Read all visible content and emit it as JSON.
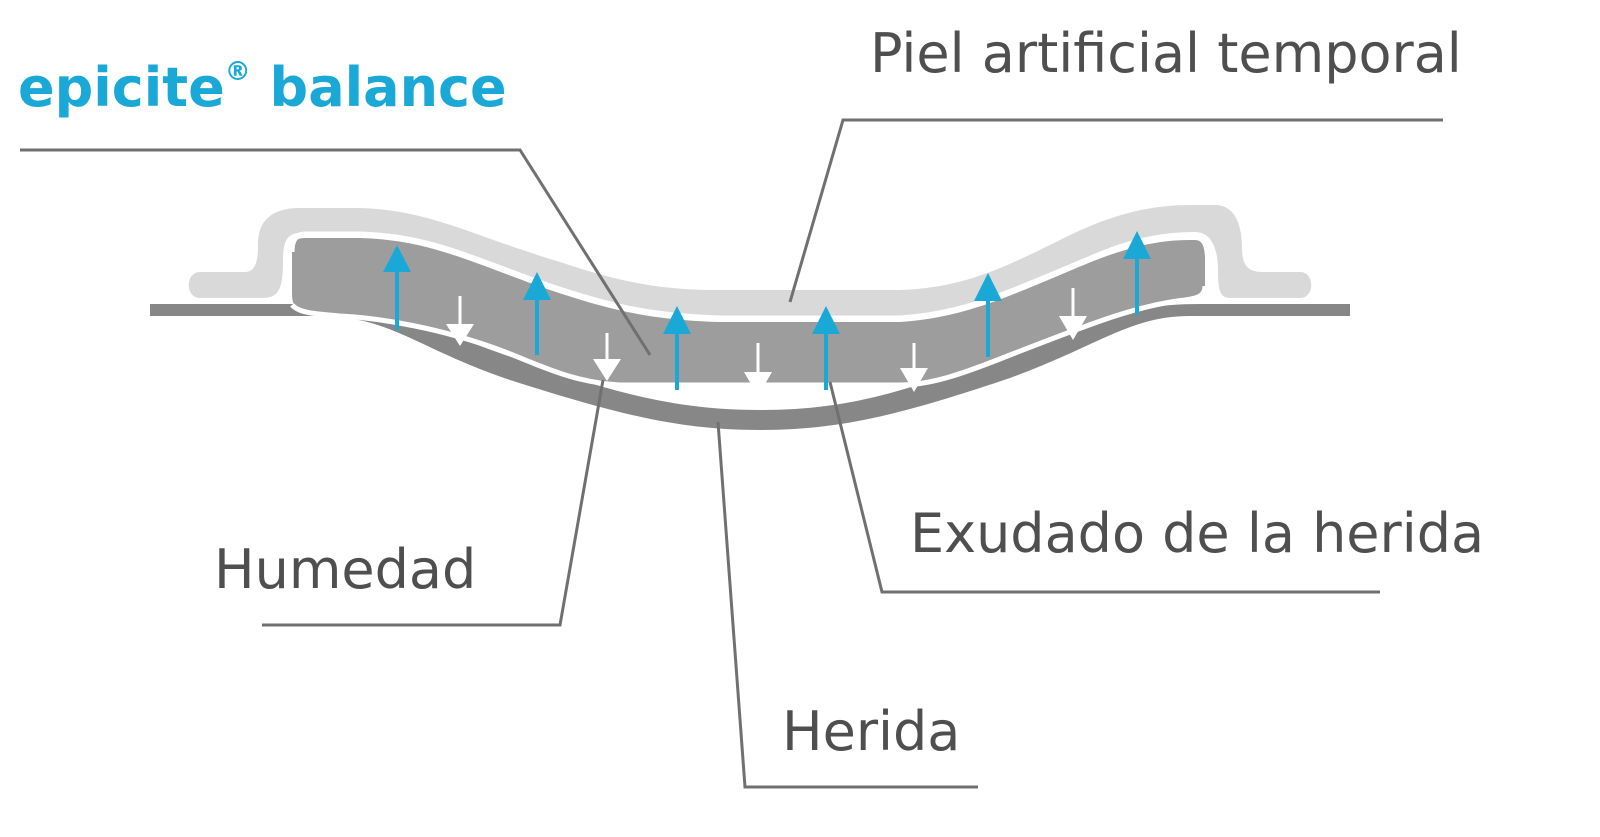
{
  "title": {
    "brand": "epicite",
    "registered": "®",
    "product": " balance"
  },
  "labels": {
    "skin": "Piel artificial temporal",
    "exudate": "Exudado de la herida",
    "moisture": "Humedad",
    "wound": "Herida"
  },
  "colors": {
    "brand_blue": "#1aa9d6",
    "skin_light": "#d9d9d9",
    "dressing": "#9d9d9d",
    "wound": "#878787",
    "text": "#4f4f4f"
  }
}
